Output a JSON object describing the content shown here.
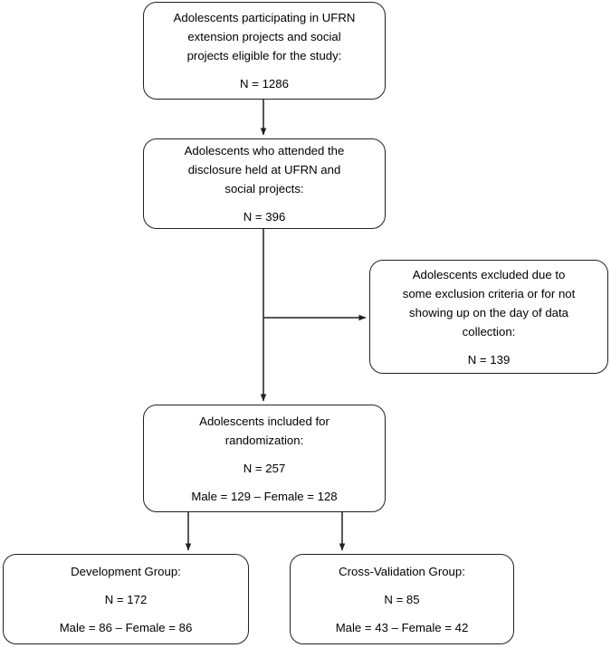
{
  "chart_data": {
    "type": "diagram",
    "title": "Participant flow diagram",
    "nodes": [
      {
        "id": "screened",
        "lines": [
          "Adolescents participating in UFRN",
          "extension projects and social",
          "projects eligible for the study:"
        ],
        "count_line": "N = 1286",
        "n": 1286
      },
      {
        "id": "attended",
        "lines": [
          "Adolescents who attended the",
          "disclosure held at UFRN and",
          "social projects:"
        ],
        "count_line": "N = 396",
        "n": 396
      },
      {
        "id": "excluded",
        "lines": [
          "Adolescents excluded due to",
          "some exclusion criteria or for not",
          "showing up on the day of data",
          "collection:"
        ],
        "count_line": "N = 139",
        "n": 139
      },
      {
        "id": "randomized",
        "lines": [
          "Adolescents included for",
          "randomization:"
        ],
        "count_line": "N = 257",
        "split_line": "Male = 129 – Female = 128",
        "n": 257,
        "male": 129,
        "female": 128
      },
      {
        "id": "development",
        "lines": [
          "Development Group:"
        ],
        "count_line": "N = 172",
        "split_line": "Male = 86 – Female = 86",
        "n": 172,
        "male": 86,
        "female": 86
      },
      {
        "id": "crossval",
        "lines": [
          "Cross-Validation Group:"
        ],
        "count_line": "N = 85",
        "split_line": "Male = 43 – Female = 42",
        "n": 85,
        "male": 43,
        "female": 42
      }
    ],
    "edges": [
      {
        "from": "screened",
        "to": "attended",
        "direction": "down"
      },
      {
        "from": "attended",
        "to": "excluded",
        "direction": "right"
      },
      {
        "from": "attended",
        "to": "randomized",
        "direction": "down"
      },
      {
        "from": "randomized",
        "to": "development",
        "direction": "down"
      },
      {
        "from": "randomized",
        "to": "crossval",
        "direction": "down"
      }
    ],
    "colors": {
      "background": "#ffffff",
      "border": "#231f20",
      "text": "#000000",
      "connector": "#231f20"
    }
  },
  "nodes": {
    "screened": {
      "line1": "Adolescents participating in UFRN",
      "line2": "extension projects and social",
      "line3": "projects eligible for the study:",
      "count": "N = 1286"
    },
    "attended": {
      "line1": "Adolescents who attended the",
      "line2": "disclosure held at UFRN and",
      "line3": "social projects:",
      "count": "N = 396"
    },
    "excluded": {
      "line1": "Adolescents excluded due to",
      "line2": "some exclusion criteria or for not",
      "line3": "showing up on the day of data",
      "line4": "collection:",
      "count": "N = 139"
    },
    "randomized": {
      "line1": "Adolescents included for",
      "line2": "randomization:",
      "count": "N = 257",
      "split": "Male = 129 – Female = 128"
    },
    "development": {
      "line1": "Development Group:",
      "count": "N = 172",
      "split": "Male = 86 – Female = 86"
    },
    "crossval": {
      "line1": "Cross-Validation Group:",
      "count": "N = 85",
      "split": "Male = 43 – Female = 42"
    }
  }
}
